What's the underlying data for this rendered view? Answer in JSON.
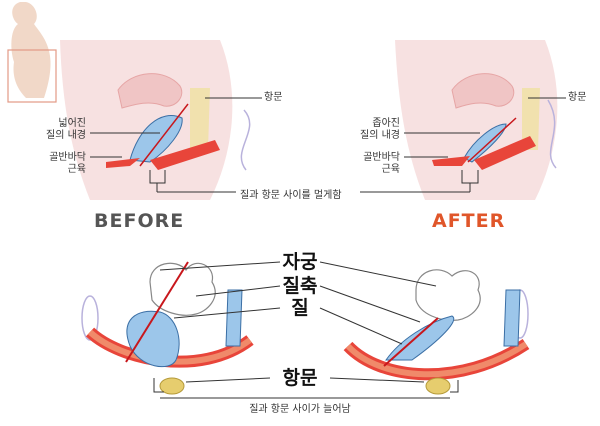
{
  "top": {
    "before": {
      "label_widened_wall": "넓어진\n질의 내경",
      "label_pelvic_floor": "골반바닥\n근육",
      "label_anus": "항문",
      "title": "BEFORE"
    },
    "after": {
      "label_narrowed_wall": "좁아진\n질의 내경",
      "label_pelvic_floor": "골반바닥\n근육",
      "label_anus": "항문",
      "title": "AFTER"
    },
    "shared_label": "질과 항문 사이를 멀게함"
  },
  "bottom": {
    "label_uterus": "자궁",
    "label_vaginal_axis": "질축",
    "label_vagina": "질",
    "label_anus": "항문",
    "label_distance": "질과 항문 사이가 늘어남"
  },
  "colors": {
    "before_title": "#555555",
    "after_title": "#e0562a",
    "muscle": "#e8453a",
    "vagina": "#9cc6ea",
    "body_pink": "#f6dcdc",
    "anus": "#e6cd6e"
  }
}
